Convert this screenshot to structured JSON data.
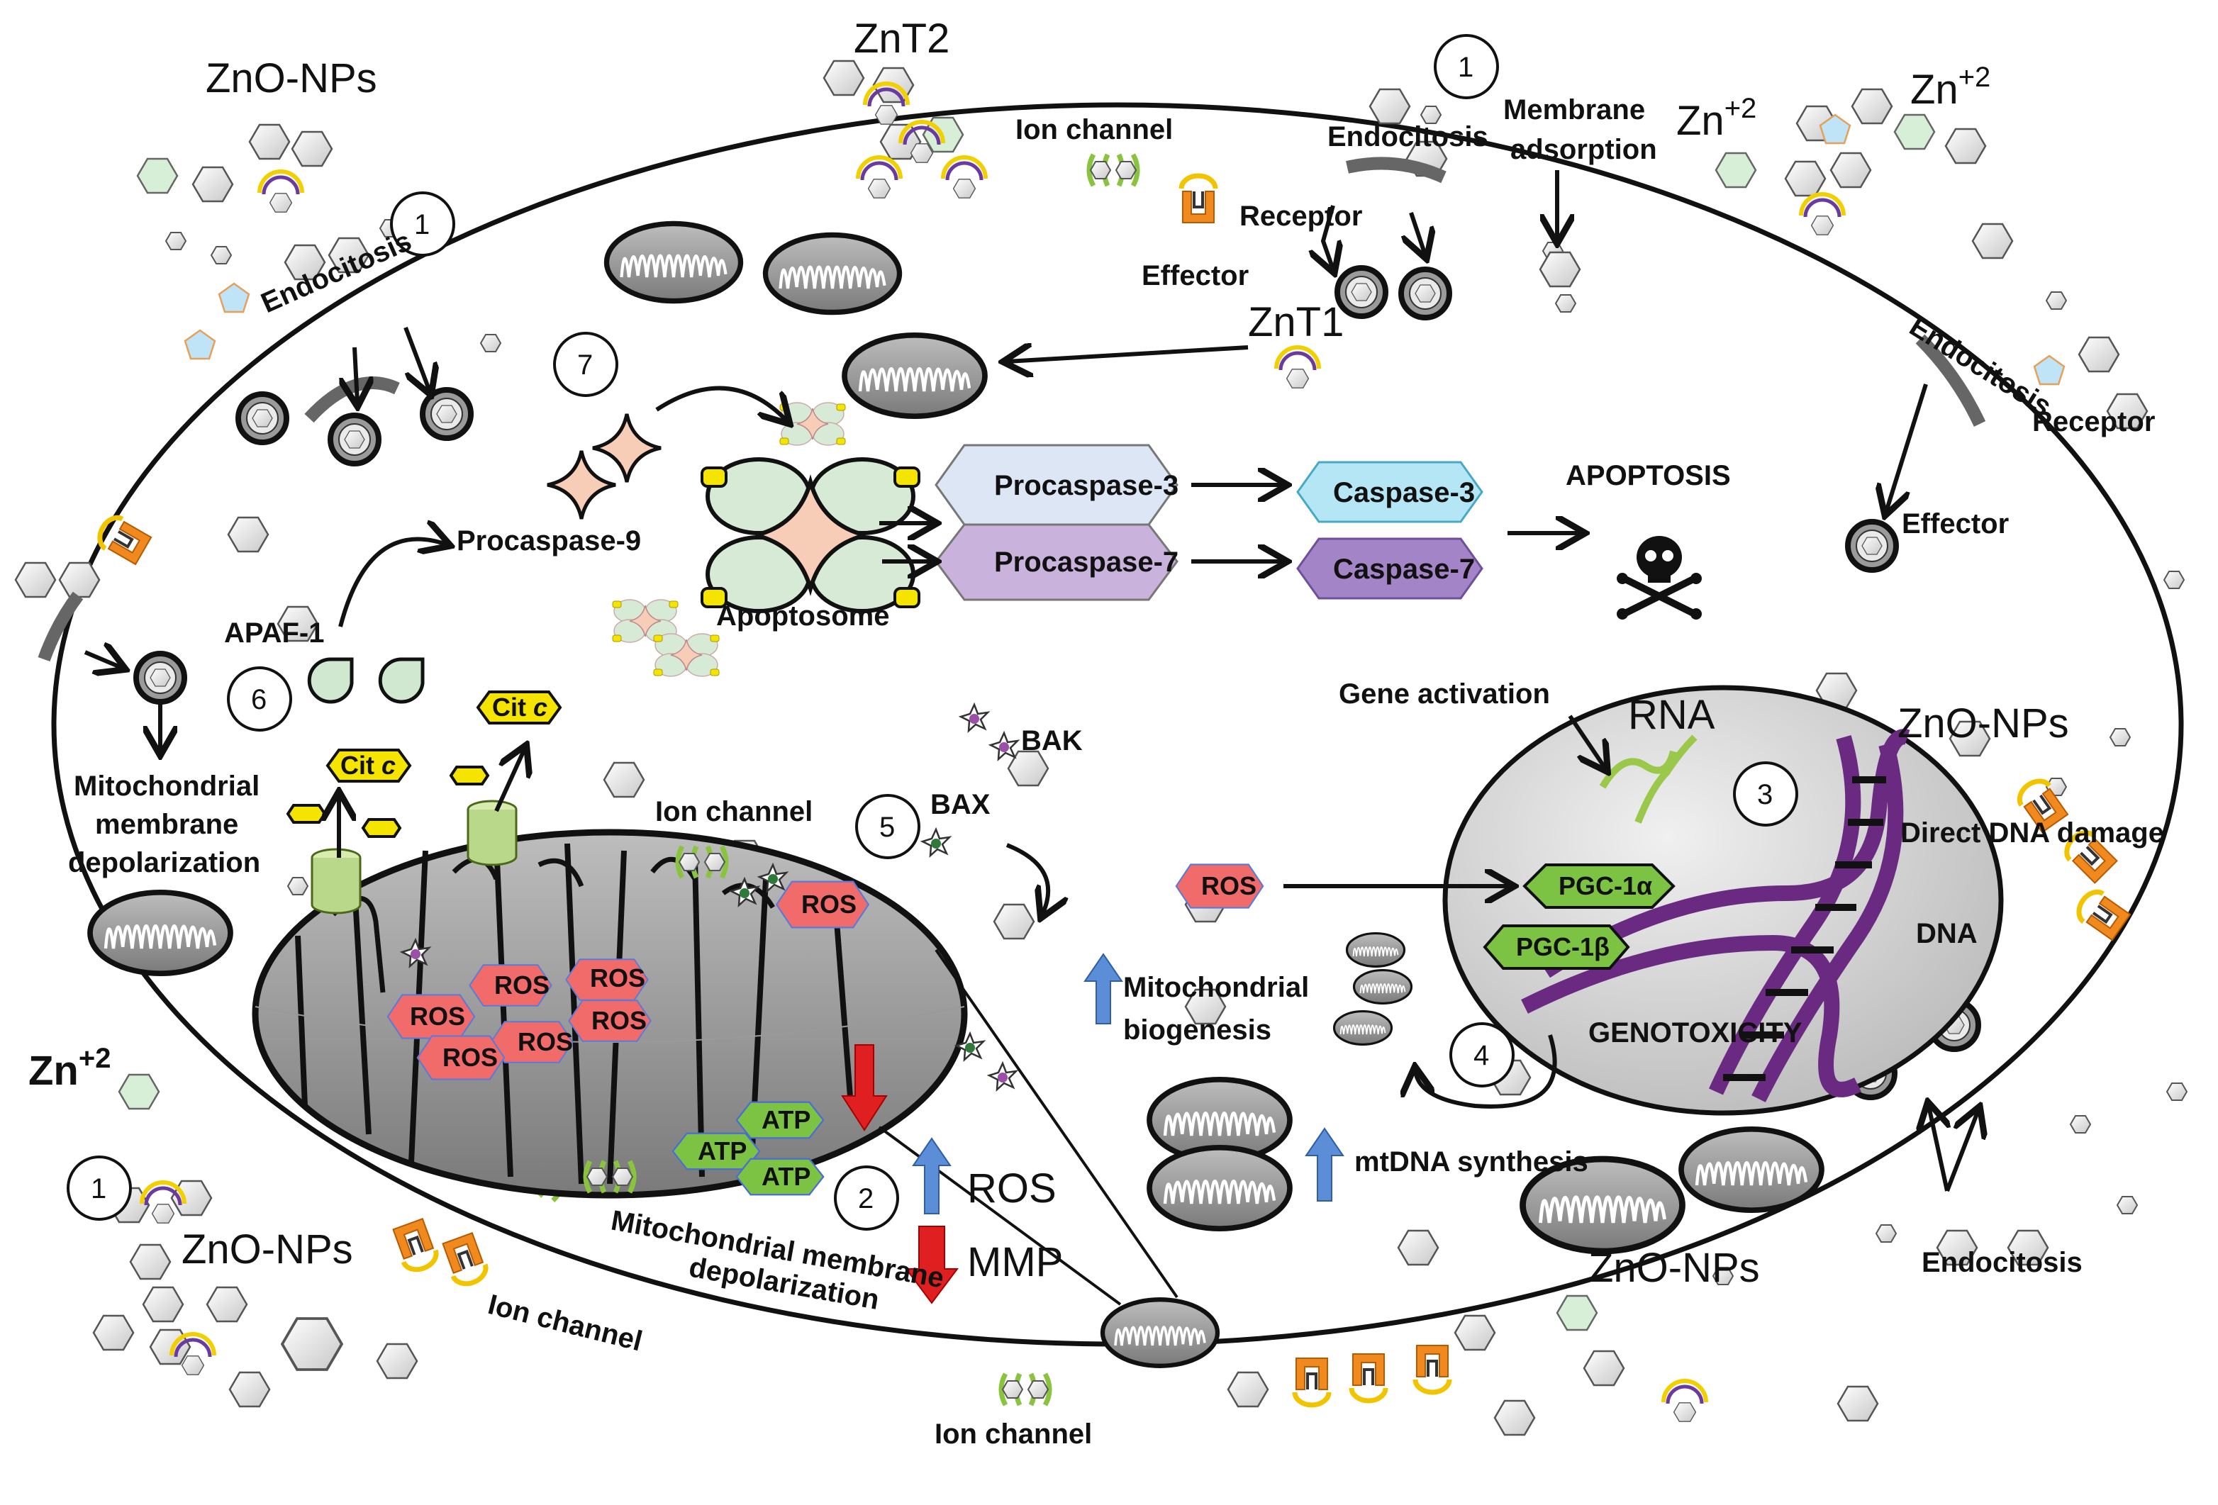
{
  "labels": {
    "zno_top_left": "ZnO-NPs",
    "znt2": "ZnT2",
    "ion_channel_top": "Ion channel",
    "receptor_top": "Receptor",
    "effector_top": "Effector",
    "endocitosis_top": "Endocitosis",
    "membrane_adsorption_1": "Membrane",
    "membrane_adsorption_2": "adsorption",
    "zn2_top_a": "Zn",
    "zn2_top_b": "Zn",
    "zn2_left": "Zn",
    "zn2_sup": "+2",
    "endocitosis_left": "Endocitosis",
    "endocitosis_right": "Endocitosis",
    "endocitosis_bottom": "Endocitosis",
    "receptor_right": "Receptor",
    "effector_right": "Effector",
    "znt1": "ZnT1",
    "procaspase9": "Procaspase-9",
    "apoptosome": "Apoptosome",
    "apaf1": "APAF-1",
    "procaspase3": "Procaspase-3",
    "procaspase7": "Procaspase-7",
    "caspase3": "Caspase-3",
    "caspase7": "Caspase-7",
    "apoptosis": "APOPTOSIS",
    "cit_c": "Cit",
    "cit_c_italic": "c",
    "mito_depol_left_1": "Mitochondrial",
    "mito_depol_left_2": "membrane",
    "mito_depol_left_3": "depolarization",
    "ion_channel_mito": "Ion channel",
    "bak": "BAK",
    "bax": "BAX",
    "ros": "ROS",
    "atp": "ATP",
    "gene_activation": "Gene activation",
    "rna": "RNA",
    "zno_right": "ZnO-NPs",
    "direct_dna_damage": "Direct DNA damage",
    "pgc1a": "PGC-1α",
    "pgc1b": "PGC-1β",
    "dna": "DNA",
    "genotoxicity": "GENOTOXICITY",
    "mito_biogenesis_1": "Mitochondrial",
    "mito_biogenesis_2": "biogenesis",
    "mtdna_synthesis": "mtDNA synthesis",
    "ros_big": "ROS",
    "mmp_big": "MMP",
    "mito_depol_bottom_1": "Mitochondrial membrane",
    "mito_depol_bottom_2": "depolarization",
    "zno_bottom_left": "ZnO-NPs",
    "zno_bottom_mid": "ZnO-NPs",
    "ion_channel_bottom_left": "Ion channel",
    "ion_channel_bottom": "Ion channel"
  },
  "step_numbers": {
    "top_left": "1",
    "top_mid": "1",
    "bottom_left": "1",
    "s2": "2",
    "s3": "3",
    "s4": "4",
    "s5": "5",
    "s6": "6",
    "s7": "7"
  },
  "colors": {
    "membrane": "#111111",
    "ros_fill": "#f26b6b",
    "atp_fill": "#7cc243",
    "cit_fill": "#f5e400",
    "procaspase3_fill": "#dde6f5",
    "procaspase7_fill": "#c9b3dc",
    "caspase3_fill": "#b5e6f5",
    "caspase7_fill": "#a384c7",
    "nucleus_fill": "#d9d9d9",
    "dna_fill": "#6b2a82",
    "receptor_fill": "#f08a1e",
    "up_arrow": "#5b8ed6",
    "down_arrow": "#e02020",
    "apaf_fill": "#cfe8cf",
    "procaspase9_fill": "#f8cdb8"
  },
  "icons": [
    "nanoparticle-hexagon",
    "zinc-ion-pentagon",
    "skull-crossbones-icon",
    "vesicle",
    "mitochondrion"
  ]
}
